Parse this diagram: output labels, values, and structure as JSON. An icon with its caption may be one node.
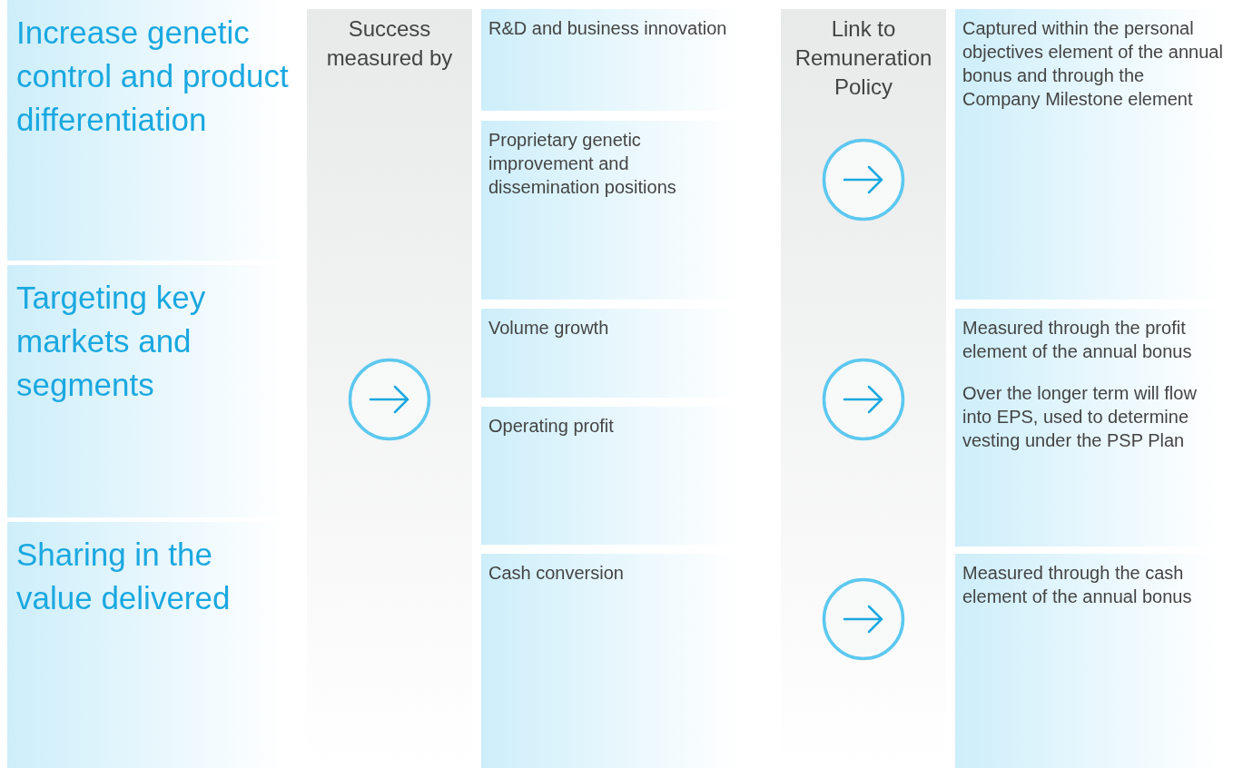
{
  "diagram": {
    "nodes": [
      {
        "text": [
          "Increase genetic control and product differentiation"
        ]
      },
      {
        "text": [
          "Targeting key markets and segments"
        ]
      },
      {
        "text": [
          "Sharing in the value delivered"
        ]
      },
      {
        "text": [
          "Success measured by"
        ]
      },
      {
        "text": [
          "R&D and business innovation"
        ]
      },
      {
        "text": [
          "Proprietary genetic improvement and dissemination positions"
        ]
      },
      {
        "text": [
          "Volume growth"
        ]
      },
      {
        "text": [
          "Operating profit"
        ]
      },
      {
        "text": [
          "Cash conversion"
        ]
      },
      {
        "text": [
          "Link to Remuneration Policy"
        ]
      },
      {
        "text": [
          "Captured within the personal objectives element of the annual bonus and through the Company Milestone element"
        ]
      },
      {
        "text": [
          "Measured through the profit element of the annual bonus",
          "Over the longer term will flow into EPS, used to determine vesting under the PSP Plan"
        ]
      },
      {
        "text": [
          "Measured through the cash element of the annual bonus"
        ]
      }
    ]
  }
}
